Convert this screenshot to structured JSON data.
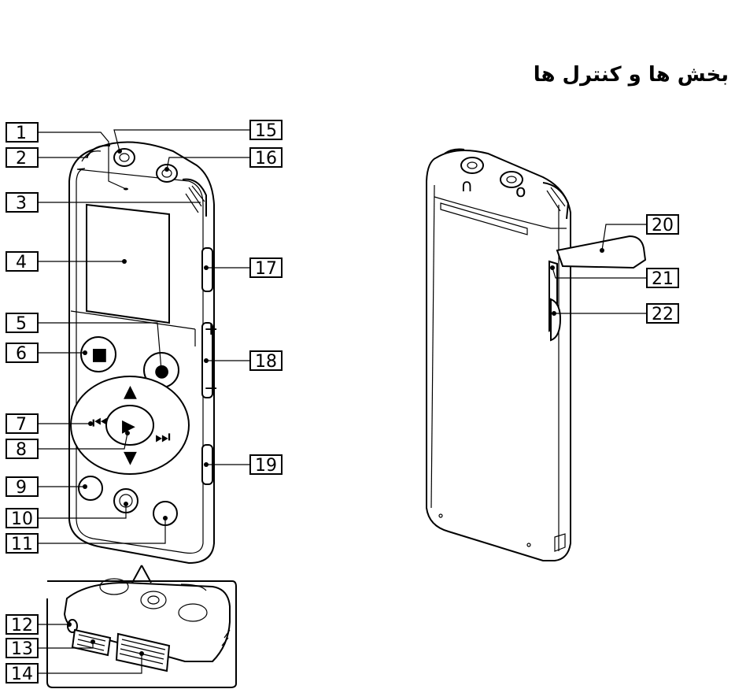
{
  "title": "بخش ها و کنترل ها",
  "callouts": [
    "1",
    "2",
    "3",
    "4",
    "5",
    "6",
    "7",
    "8",
    "9",
    "10",
    "11",
    "12",
    "13",
    "14",
    "15",
    "16",
    "17",
    "18",
    "19",
    "20",
    "21",
    "22"
  ],
  "button_symbols": {
    "stop": "■",
    "record": "●",
    "play": "▶",
    "prev": "⏮",
    "next": "⏭",
    "up": "▲",
    "down": "▼",
    "plus": "+",
    "minus": "−"
  }
}
